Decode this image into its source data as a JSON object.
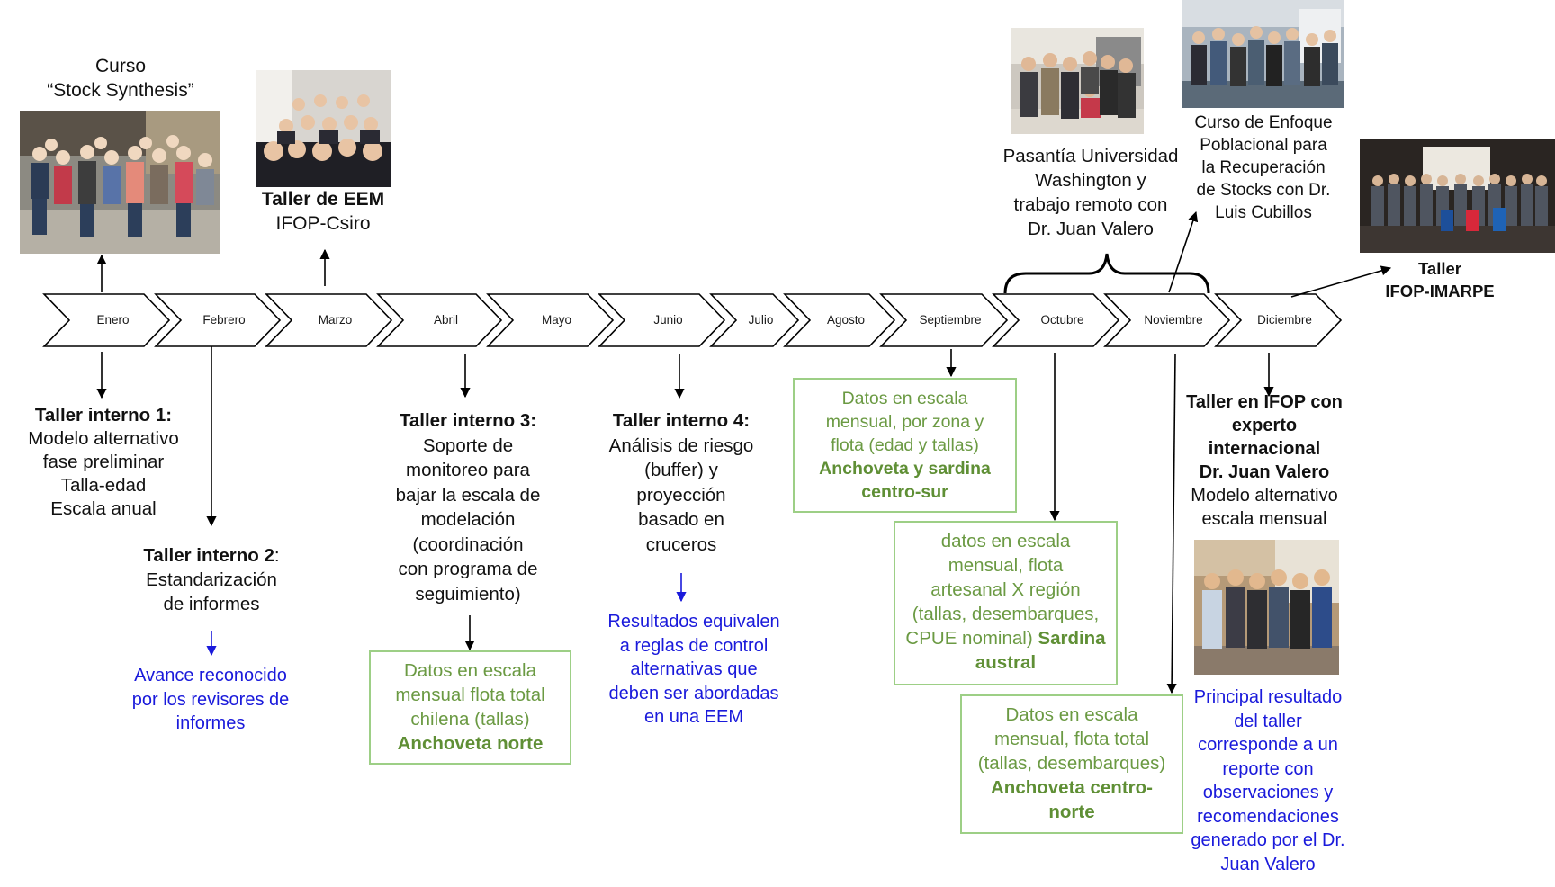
{
  "months": [
    "Enero",
    "Febrero",
    "Marzo",
    "Abril",
    "Mayo",
    "Junio",
    "Julio",
    "Agosto",
    "Septiembre",
    "Octubre",
    "Noviembre",
    "Diciembre"
  ],
  "top": {
    "stock_synthesis": {
      "line1": "Curso",
      "line2": "“Stock Synthesis”"
    },
    "eem": {
      "title": "Taller de EEM",
      "sub": "IFOP-Csiro"
    },
    "washington": {
      "l1": "Pasantía Universidad",
      "l2": "Washington y",
      "l3": "trabajo remoto con",
      "l4": "Dr. Juan Valero"
    },
    "cubillos": {
      "l1": "Curso de Enfoque",
      "l2": "Poblacional para",
      "l3": "la Recuperación",
      "l4": "de Stocks con Dr.",
      "l5": "Luis Cubillos"
    },
    "imarpe": {
      "l1": "Taller",
      "l2": "IFOP-IMARPE"
    }
  },
  "bottom": {
    "t1": {
      "title": "Taller interno 1:",
      "l1": "Modelo alternativo",
      "l2": "fase preliminar",
      "l3": "Talla-edad",
      "l4": "Escala anual"
    },
    "t2": {
      "title": "Taller interno 2",
      "colon": ":",
      "l1": "Estandarización",
      "l2": "de informes"
    },
    "t2_result": {
      "l1": "Avance reconocido",
      "l2": "por los revisores de",
      "l3": "informes"
    },
    "t3": {
      "title": "Taller interno 3:",
      "l1": "Soporte de",
      "l2": "monitoreo para",
      "l3": "bajar la escala de",
      "l4": "modelación",
      "l5": "(coordinación",
      "l6": "con programa de",
      "l7": "seguimiento)"
    },
    "t3_box": {
      "l1": "Datos en escala",
      "l2": "mensual flota total",
      "l3": "chilena (tallas)",
      "bold": "Anchoveta norte"
    },
    "t4": {
      "title": "Taller interno 4:",
      "l1": "Análisis de riesgo",
      "l2": "(buffer) y",
      "l3": "proyección",
      "l4": "basado en",
      "l5": "cruceros"
    },
    "t4_result": {
      "l1": "Resultados equivalen",
      "l2": "a reglas de control",
      "l3": "alternativas que",
      "l4": "deben ser abordadas",
      "l5": "en una EEM"
    },
    "sep_box": {
      "l1": "Datos en escala",
      "l2": "mensual, por zona y",
      "l3": "flota (edad y tallas)",
      "b1": "Anchoveta y sardina",
      "b2": "centro-sur"
    },
    "oct_box": {
      "l1": "datos en escala",
      "l2": "mensual, flota",
      "l3": "artesanal X región",
      "l4": "(tallas, desembarques,",
      "l5": "CPUE nominal)",
      "b1": "Sardina",
      "b2": "austral"
    },
    "nov_box": {
      "l1": "Datos en escala",
      "l2": "mensual, flota total",
      "l3": "(tallas, desembarques)",
      "b1": "Anchoveta centro-",
      "b2": "norte"
    },
    "dic": {
      "b1": "Taller en IFOP con",
      "b2": "experto",
      "b3": "internacional",
      "b4": "Dr. Juan Valero",
      "l1": "Modelo alternativo",
      "l2": "escala mensual"
    },
    "dic_result": {
      "l1": "Principal resultado",
      "l2": "del taller",
      "l3": "corresponde a un",
      "l4": "reporte con",
      "l5": "observaciones y",
      "l6": "recomendaciones",
      "l7": "generado por el Dr.",
      "l8": "Juan Valero"
    }
  },
  "colors": {
    "green_border": "#9dcf86",
    "green_text": "#6b9a43",
    "blue_text": "#1a1adb",
    "chevron_stroke": "#000000"
  }
}
